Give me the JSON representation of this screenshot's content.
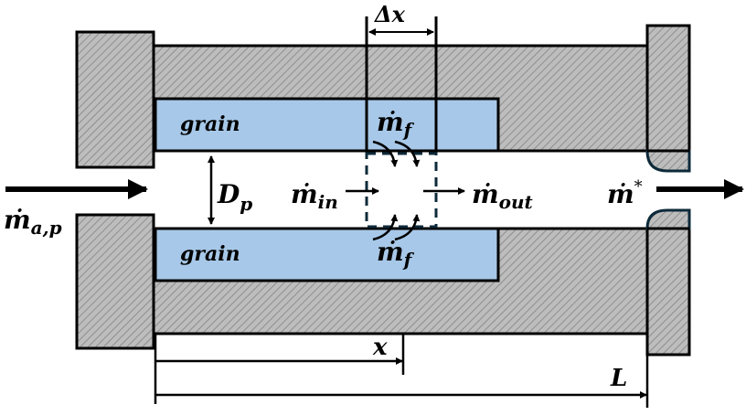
{
  "labels": {
    "grain_top": "grain",
    "grain_bottom": "grain",
    "delta_x": "Δx",
    "mdot_f_top": "ṁ",
    "mdot_f_top_sub": "f",
    "mdot_f_bottom": "ṁ",
    "mdot_f_bottom_sub": "f",
    "mdot_ap": "ṁ",
    "mdot_ap_sub": "a,p",
    "dp": "D",
    "dp_sub": "p",
    "mdot_in": "ṁ",
    "mdot_in_sub": "in",
    "mdot_out": "ṁ",
    "mdot_out_sub": "out",
    "mdot_star": "ṁ",
    "mdot_star_sup": "*",
    "x": "x",
    "L": "L"
  },
  "colors": {
    "grain": "#a7c8e8",
    "casing": "#b8b8b8",
    "control_volume": "#0d2a3a"
  }
}
